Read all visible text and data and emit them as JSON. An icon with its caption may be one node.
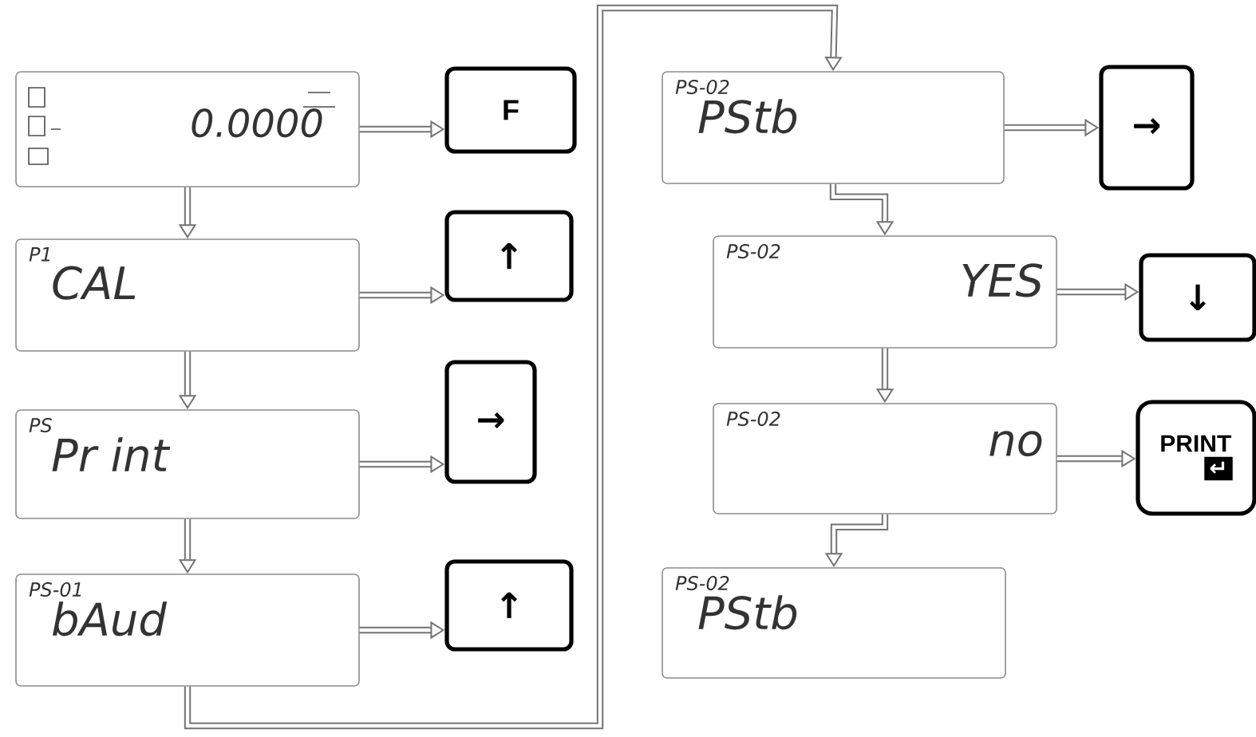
{
  "diagram": {
    "nodes": [
      {
        "text": [
          "0.0000"
        ]
      },
      {
        "text": [
          "F"
        ]
      },
      {
        "text": [
          "P1",
          "CAL"
        ]
      },
      {
        "text": [
          "↑"
        ]
      },
      {
        "text": [
          "PS",
          "Pr int"
        ]
      },
      {
        "text": [
          "→"
        ]
      },
      {
        "text": [
          "PS-01",
          "bAud"
        ]
      },
      {
        "text": [
          "↑"
        ]
      },
      {
        "text": [
          "PS-02",
          "PStb"
        ]
      },
      {
        "text": [
          "→"
        ]
      },
      {
        "text": [
          "PS-02",
          "YES"
        ]
      },
      {
        "text": [
          "↓"
        ]
      },
      {
        "text": [
          "PS-02",
          "no"
        ]
      },
      {
        "text": [
          "PRINT",
          "↵"
        ]
      },
      {
        "text": [
          "PS-02",
          "PStb"
        ]
      }
    ],
    "edges": [
      {
        "from": 0,
        "to": 1,
        "arrow": "to"
      },
      {
        "from": 0,
        "to": 2,
        "arrow": "to"
      },
      {
        "from": 2,
        "to": 3,
        "arrow": "to"
      },
      {
        "from": 2,
        "to": 4,
        "arrow": "to"
      },
      {
        "from": 4,
        "to": 5,
        "arrow": "to"
      },
      {
        "from": 4,
        "to": 6,
        "arrow": "to"
      },
      {
        "from": 6,
        "to": 7,
        "arrow": "to"
      },
      {
        "from": 6,
        "to": 8,
        "arrow": "to"
      },
      {
        "from": 8,
        "to": 9,
        "arrow": "to"
      },
      {
        "from": 8,
        "to": 10,
        "arrow": "to"
      },
      {
        "from": 10,
        "to": 11,
        "arrow": "to"
      },
      {
        "from": 10,
        "to": 12,
        "arrow": "to"
      },
      {
        "from": 12,
        "to": 13,
        "arrow": "to"
      },
      {
        "from": 12,
        "to": 14,
        "arrow": "to"
      }
    ]
  }
}
